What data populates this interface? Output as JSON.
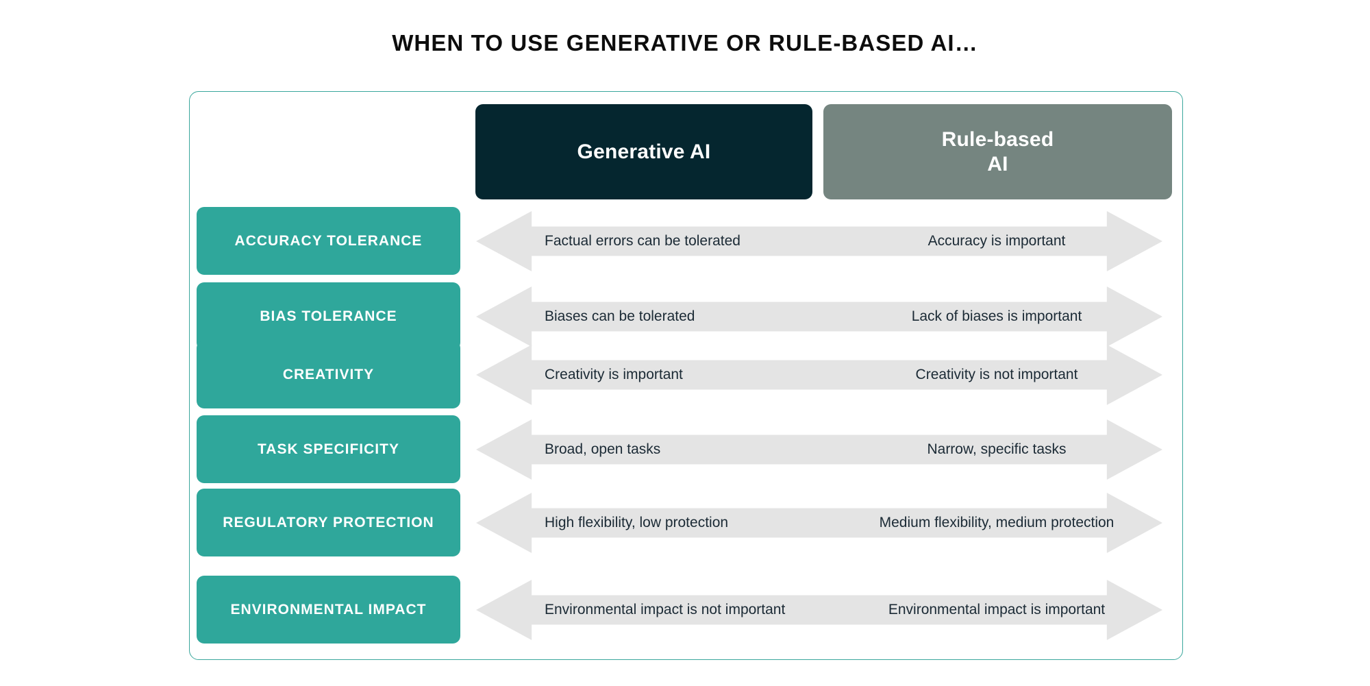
{
  "title": "WHEN TO USE GENERATIVE OR RULE-BASED AI…",
  "colors": {
    "accent_teal": "#2fa79b",
    "header_dark": "#05262f",
    "header_gray": "#758580",
    "arrow_gray": "#e4e4e4",
    "card_border": "#3aa79c",
    "body_text": "#1b2a35"
  },
  "columns": [
    {
      "id": "generative",
      "label": "Generative AI"
    },
    {
      "id": "rule-based",
      "label": "Rule-based\nAI"
    }
  ],
  "rows": [
    {
      "category": "ACCURACY TOLERANCE",
      "generative": "Factual errors can be tolerated",
      "rule_based": "Accuracy is important"
    },
    {
      "category": "BIAS TOLERANCE",
      "generative": "Biases can be tolerated",
      "rule_based": "Lack of biases is important"
    },
    {
      "category": "CREATIVITY",
      "generative": "Creativity is important",
      "rule_based": "Creativity is not important"
    },
    {
      "category": "TASK SPECIFICITY",
      "generative": "Broad, open tasks",
      "rule_based": "Narrow, specific tasks"
    },
    {
      "category": "REGULATORY PROTECTION",
      "generative": "High flexibility, low protection",
      "rule_based": "Medium flexibility, medium protection"
    },
    {
      "category": "ENVIRONMENTAL IMPACT",
      "generative": "Environmental impact is not important",
      "rule_based": "Environmental impact is important"
    }
  ]
}
